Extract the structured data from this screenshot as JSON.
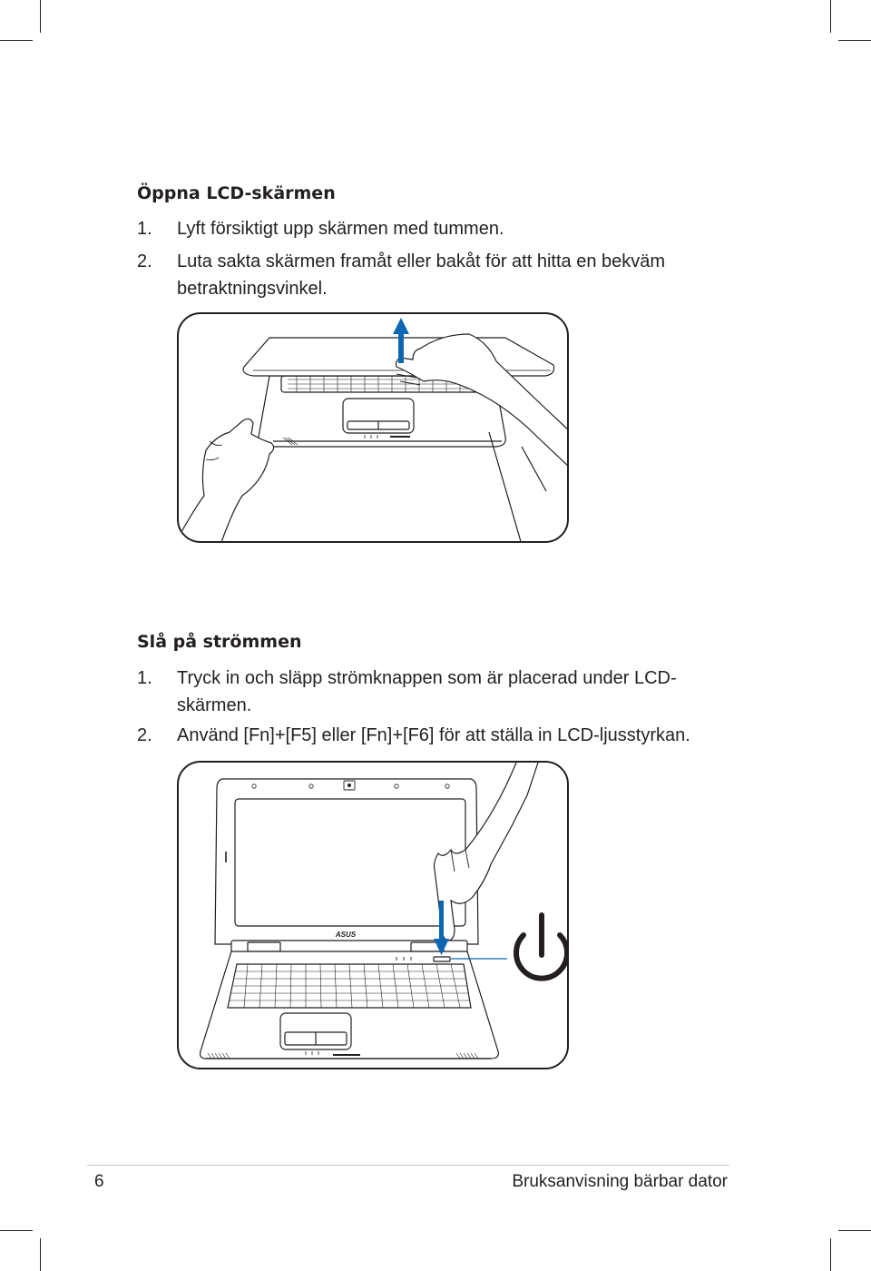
{
  "section1": {
    "heading": "Öppna LCD-skärmen",
    "steps": [
      {
        "num": "1.",
        "text": "Lyft försiktigt upp skärmen med tummen."
      },
      {
        "num": "2.",
        "text": "Luta sakta skärmen framåt eller bakåt för att hitta en bekväm betraktningsvinkel."
      }
    ]
  },
  "section2": {
    "heading": "Slå på strömmen",
    "steps": [
      {
        "num": "1.",
        "text": "Tryck in och släpp strömknappen som är placerad under LCD-skärmen."
      },
      {
        "num": "2.",
        "text": "Använd [Fn]+[F5] eller [Fn]+[F6] för att ställa in LCD-ljusstyrkan."
      }
    ]
  },
  "figure2": {
    "logo_text": "ASUS"
  },
  "footer": {
    "page_number": "6",
    "title": "Bruksanvisning bärbar dator"
  },
  "colors": {
    "text": "#231f20",
    "arrow": "#0b67b2",
    "rule": "#c8c8c8"
  }
}
